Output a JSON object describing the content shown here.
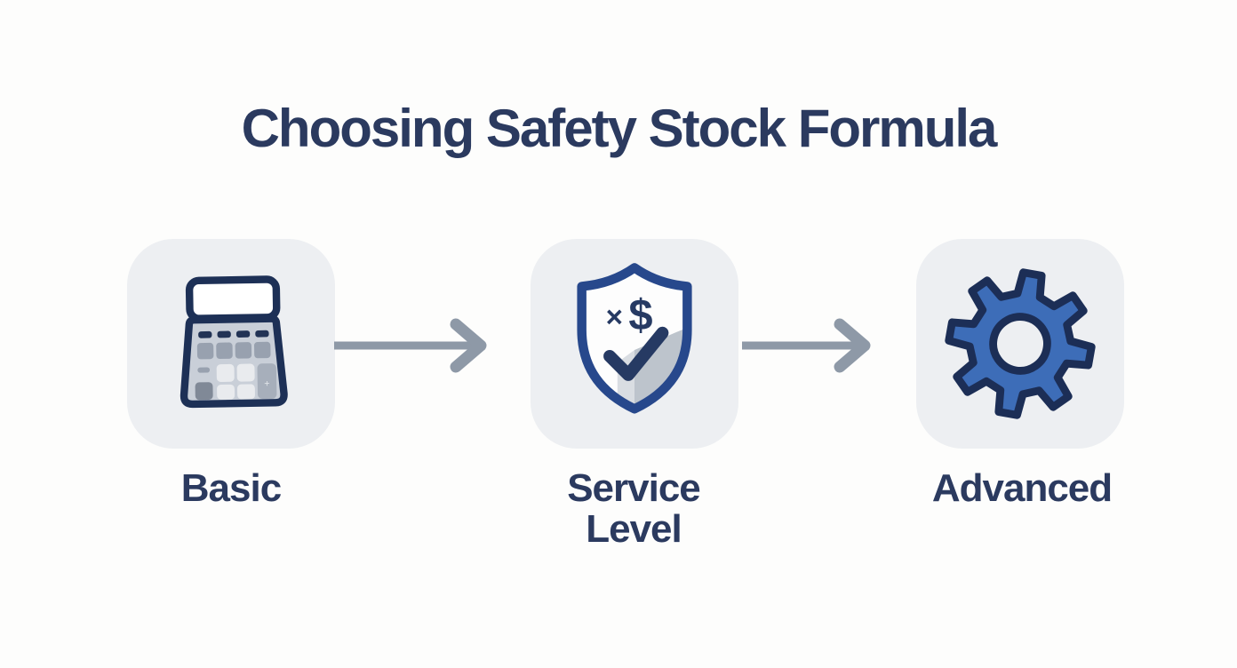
{
  "title": "Choosing Safety Stock Formula",
  "steps": [
    {
      "id": "basic",
      "label": "Basic",
      "icon": "calculator-icon"
    },
    {
      "id": "service-level",
      "label": "Service Level",
      "icon": "shield-check-icon",
      "badge_multiplier": "×",
      "badge_currency": "$"
    },
    {
      "id": "advanced",
      "label": "Advanced",
      "icon": "gear-icon"
    }
  ],
  "colors": {
    "background": "#fdfdfc",
    "title_text": "#2b3a5f",
    "label_text": "#2b3a5f",
    "tile_background": "#edeff2",
    "arrow": "#8e99a7",
    "navy_outline": "#1d3056",
    "shield_outline": "#27488c",
    "check_navy": "#263a63",
    "gear_fill": "#3d6db8",
    "calculator_body": "#c9cfd8",
    "gray_accent": "#bfc5cd"
  }
}
